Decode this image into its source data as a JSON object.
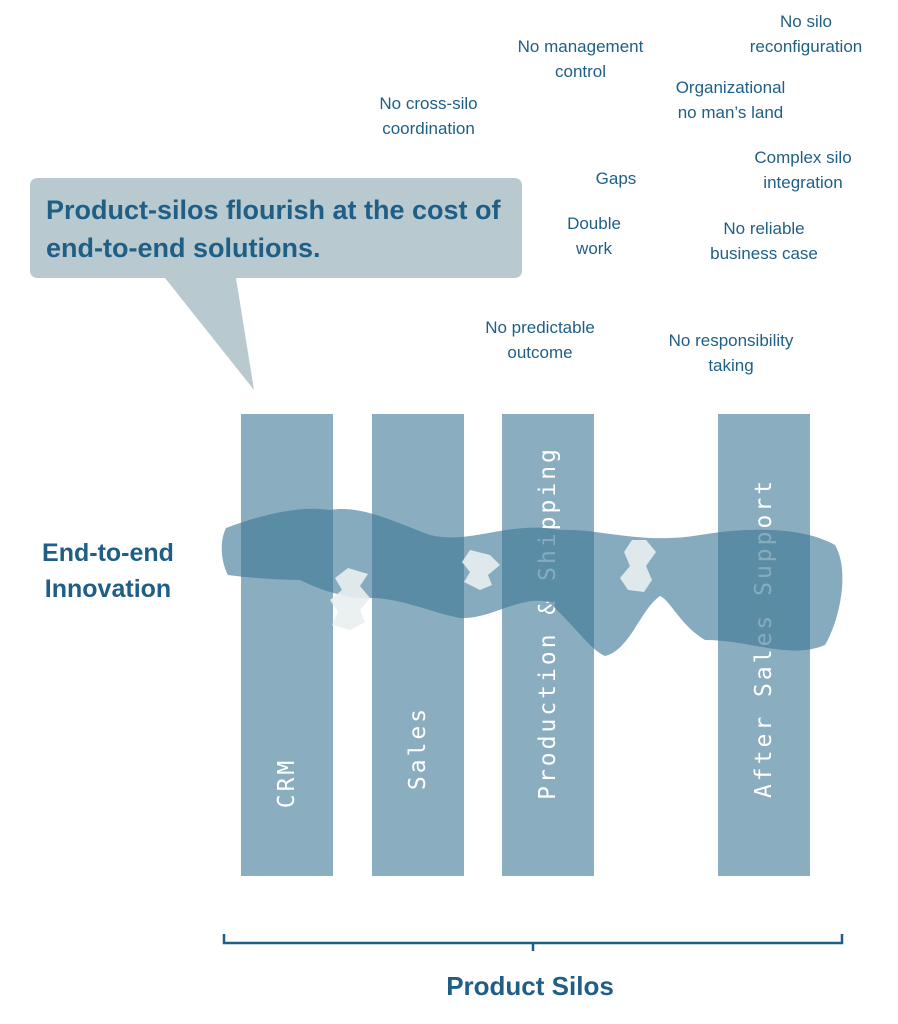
{
  "callout": {
    "text": "Product-silos flourish at the cost of end-to-end solutions."
  },
  "issues": [
    {
      "text": "No silo\nreconfiguration"
    },
    {
      "text": "No management\ncontrol"
    },
    {
      "text": "Organizational\nno man’s land"
    },
    {
      "text": "No cross-silo\ncoordination"
    },
    {
      "text": "Complex silo\nintegration"
    },
    {
      "text": "Gaps"
    },
    {
      "text": "Double\nwork"
    },
    {
      "text": "No reliable\nbusiness case"
    },
    {
      "text": "No predictable\noutcome"
    },
    {
      "text": "No responsibility\ntaking"
    }
  ],
  "silos": [
    {
      "label": "CRM"
    },
    {
      "label": "Sales"
    },
    {
      "label": "Production & Shipping"
    },
    {
      "label": "After Sales Support"
    }
  ],
  "innovation": {
    "label": "End-to-end\nInnovation"
  },
  "footer": {
    "label": "Product Silos"
  },
  "colors": {
    "text": "#1f5f86",
    "silo": "#8aaebf",
    "band": "#3d7896",
    "callout": "#b8c9d0",
    "bracket": "#1f5f86"
  }
}
